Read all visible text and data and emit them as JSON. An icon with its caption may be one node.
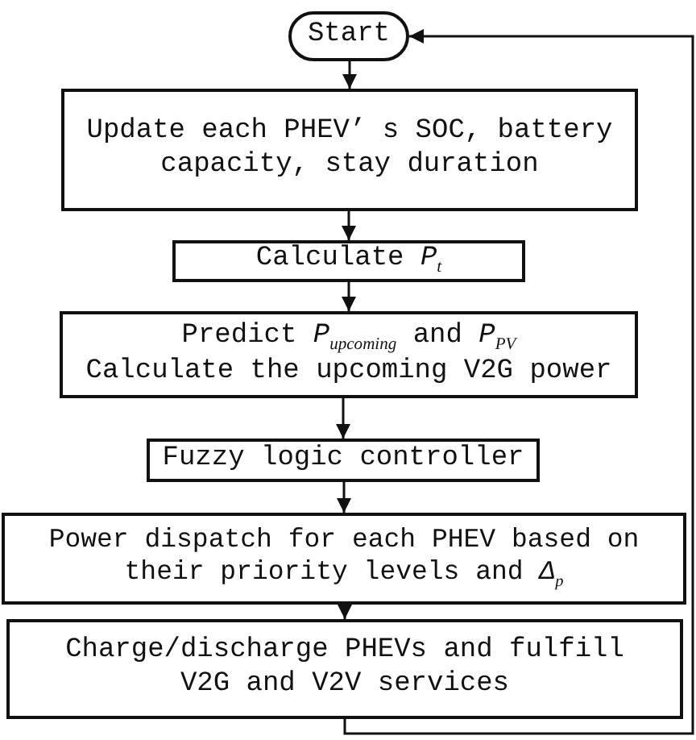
{
  "diagram": {
    "nodes": [
      {
        "text": [
          "Start"
        ]
      },
      {
        "text": [
          "Update each PHEV’ s SOC, battery capacity, stay duration"
        ]
      },
      {
        "text": [
          "Calculate *P*$_{t}$"
        ]
      },
      {
        "text": [
          "Predict *P*$_{upcoming}$ and *P*$_{PV}$",
          "Calculate the upcoming V2G power"
        ]
      },
      {
        "text": [
          "Fuzzy logic controller"
        ]
      },
      {
        "text": [
          "Power dispatch for each PHEV based on their priority levels and *Δ*$_{p}$"
        ]
      },
      {
        "text": [
          "Charge/discharge PHEVs and fulfill V2G and V2V services"
        ]
      }
    ],
    "edges": [
      {
        "from": 0,
        "to": 1,
        "arrow": "to"
      },
      {
        "from": 1,
        "to": 2,
        "arrow": "to"
      },
      {
        "from": 2,
        "to": 3,
        "arrow": "to"
      },
      {
        "from": 3,
        "to": 4,
        "arrow": "to"
      },
      {
        "from": 4,
        "to": 5,
        "arrow": "to"
      },
      {
        "from": 5,
        "to": 6,
        "arrow": "to"
      },
      {
        "from": 6,
        "to": 0,
        "arrow": "to"
      }
    ]
  }
}
